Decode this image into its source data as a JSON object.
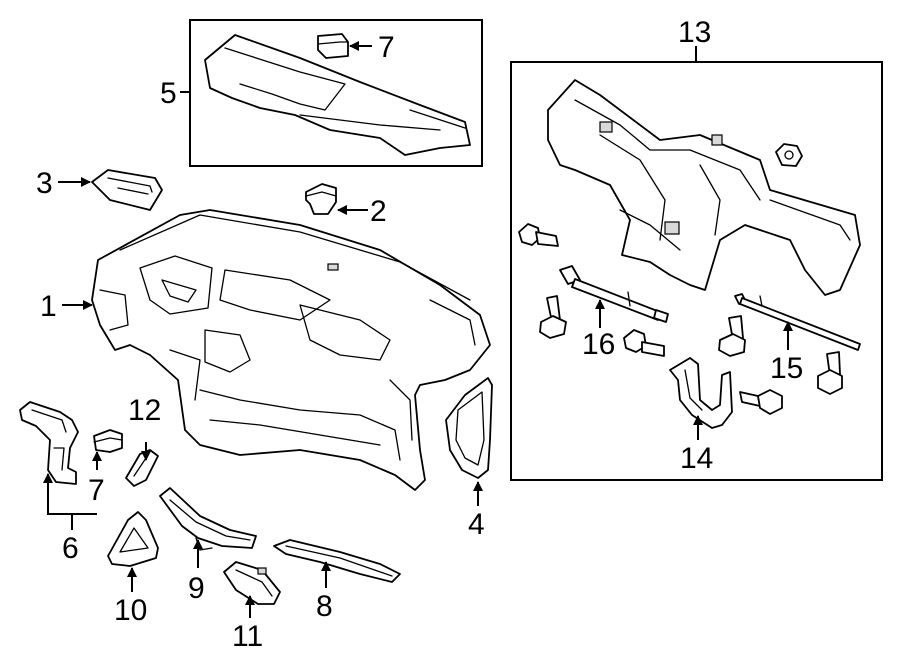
{
  "diagram": {
    "callouts": {
      "c1": "1",
      "c2": "2",
      "c3": "3",
      "c4": "4",
      "c5": "5",
      "c6": "6",
      "c7a": "7",
      "c7b": "7",
      "c8": "8",
      "c9": "9",
      "c10": "10",
      "c11": "11",
      "c12": "12",
      "c13": "13",
      "c14": "14",
      "c15": "15",
      "c16": "16"
    }
  }
}
